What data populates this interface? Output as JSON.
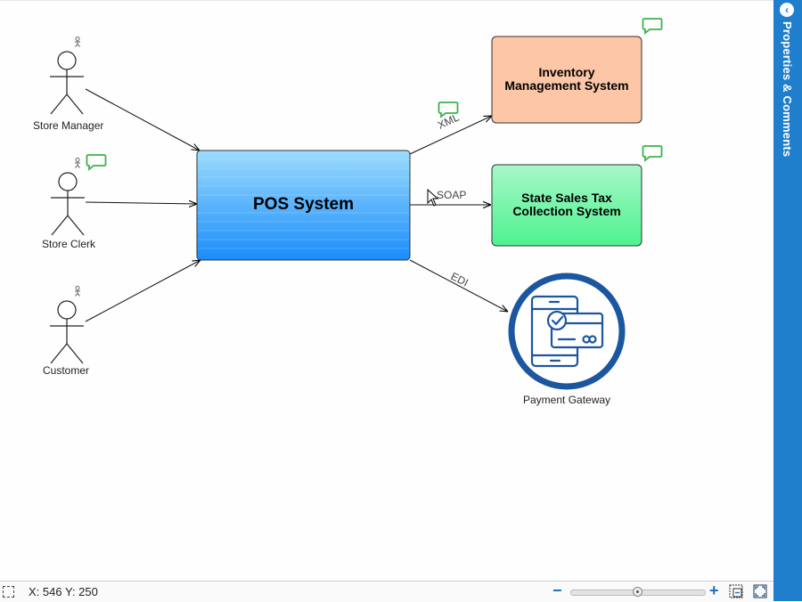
{
  "diagram": {
    "actors": [
      {
        "id": "store-manager",
        "label": "Store Manager"
      },
      {
        "id": "store-clerk",
        "label": "Store Clerk"
      },
      {
        "id": "customer",
        "label": "Customer"
      }
    ],
    "pos_system": {
      "label": "POS System"
    },
    "inventory": {
      "line1": "Inventory",
      "line2": "Management System"
    },
    "tax": {
      "line1": "State Sales Tax",
      "line2": "Collection System"
    },
    "payment": {
      "label": "Payment Gateway"
    },
    "connectors": {
      "xml": "XML",
      "soap": "SOAP",
      "edi": "EDI"
    },
    "colors": {
      "accent": "#1f7fcc",
      "pos_top": "#9bdcfd",
      "pos_bottom": "#1a8cfb",
      "inventory_fill": "#fdc6a6",
      "tax_top": "#a7f7c8",
      "tax_bottom": "#4ef38f",
      "payment_ring": "#1b56a0",
      "comment_icon": "#3ab54a"
    }
  },
  "side_panel": {
    "title": "Properties & Comments"
  },
  "status_bar": {
    "coords": "X: 546 Y: 250",
    "zoom_level": 0.48
  }
}
